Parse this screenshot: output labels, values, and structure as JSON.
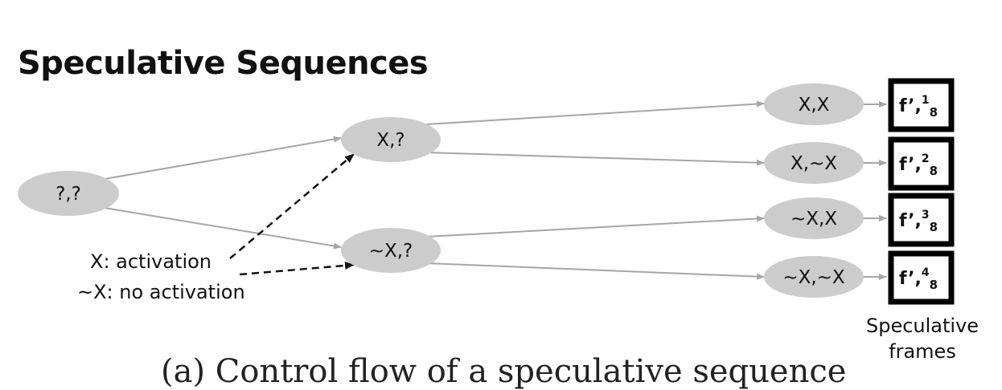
{
  "title": "Speculative Sequences",
  "nodes": {
    "root": "?,?",
    "x_unknown": "X,?",
    "notx_unknown": "~X,?",
    "x_x": "X,X",
    "x_notx": "X,~X",
    "notx_x": "~X,X",
    "notx_notx": "~X,~X"
  },
  "frames": [
    {
      "base": "f’,",
      "sup": "1",
      "sub": "8"
    },
    {
      "base": "f’,",
      "sup": "2",
      "sub": "8"
    },
    {
      "base": "f’,",
      "sup": "3",
      "sub": "8"
    },
    {
      "base": "f’,",
      "sup": "4",
      "sub": "8"
    }
  ],
  "legend": {
    "activation": "X: activation",
    "no_activation": "~X: no activation"
  },
  "frames_caption": {
    "line1": "Speculative",
    "line2": "frames"
  },
  "cutoff_caption": "(a) Control flow of a speculative sequence",
  "colors": {
    "node_fill": "#cccccc",
    "edge": "#a6a6a6",
    "frame_border": "#000000"
  }
}
